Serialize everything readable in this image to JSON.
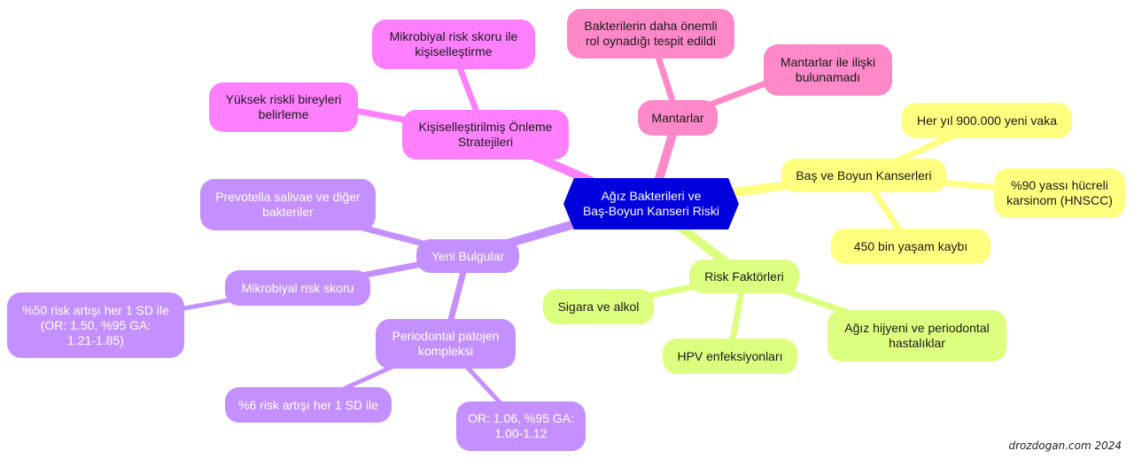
{
  "root": {
    "line1": "Ağız Bakterileri ve",
    "line2": "Baş-Boyun Kanseri Riski"
  },
  "branches": {
    "mantarlar": {
      "label": "Mantarlar",
      "children": [
        {
          "line1": "Bakterilerin daha önemli",
          "line2": "rol oynadığı tespit edildi"
        },
        {
          "line1": "Mantarlar ile ilişki",
          "line2": "bulunamadı"
        }
      ]
    },
    "onleme": {
      "line1": "Kişiselleştirilmiş Önleme",
      "line2": "Stratejileri",
      "children": [
        {
          "line1": "Mikrobiyal risk skoru ile",
          "line2": "kişiselleştirme"
        },
        {
          "line1": "Yüksek riskli bireyleri",
          "line2": "belirleme"
        }
      ]
    },
    "kanser": {
      "label": "Baş ve Boyun Kanserleri",
      "children": [
        {
          "line1": "Her yıl 900.000 yeni vaka"
        },
        {
          "line1": "%90 yassı hücreli",
          "line2": "karsinom (HNSCC)"
        },
        {
          "line1": "450 bin yaşam kaybı"
        }
      ]
    },
    "risk": {
      "label": "Risk Faktörleri",
      "children": [
        {
          "line1": "Sigara ve alkol"
        },
        {
          "line1": "HPV enfeksiyonları"
        },
        {
          "line1": "Ağız hijyeni ve periodontal",
          "line2": "hastalıklar"
        }
      ]
    },
    "bulgular": {
      "label": "Yeni Bulgular",
      "children": [
        {
          "line1": "Prevotella salivae ve diğer",
          "line2": "bakteriler"
        },
        {
          "line1": "Mikrobiyal risk skoru"
        },
        {
          "line1": "Periodontal patojen",
          "line2": "kompleksi"
        }
      ],
      "grandchildren": [
        {
          "line1": "%50 risk artışı her 1 SD ile",
          "line2": "(OR: 1.50, %95 GA:",
          "line3": "1.21-1.85)"
        },
        {
          "line1": "%6 risk artışı her 1 SD ile"
        },
        {
          "line1": "OR: 1.06, %95 GA:",
          "line2": "1.00-1.12"
        }
      ]
    }
  },
  "footer": "drozdogan.com 2024",
  "colors": {
    "root": "#0000dd",
    "mantarlar": "#ff88c8",
    "onleme": "#ff80ff",
    "kanser": "#ffff80",
    "risk": "#ddff80",
    "bulgular": "#c490ff"
  }
}
